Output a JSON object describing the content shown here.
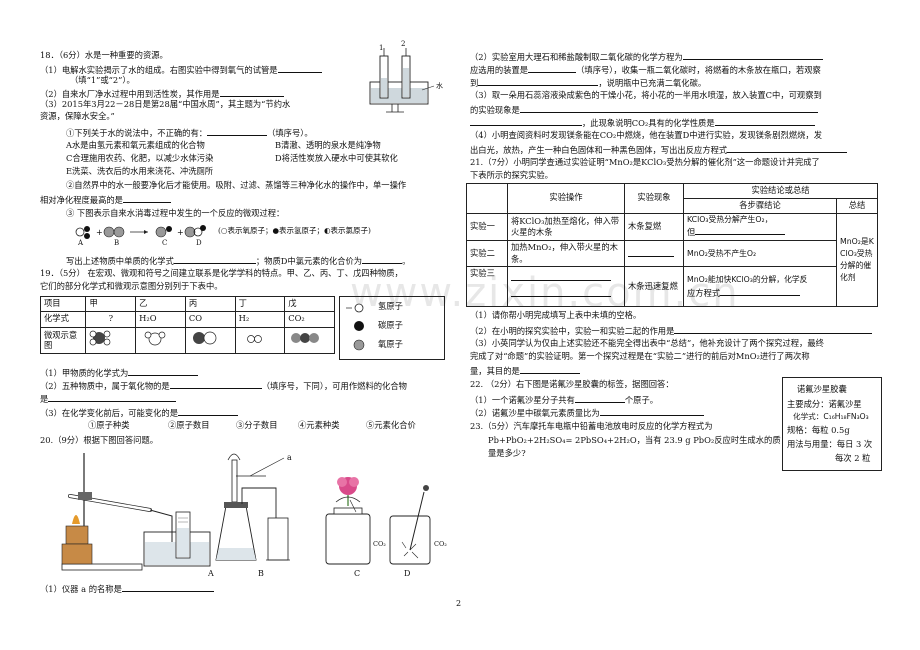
{
  "q18": {
    "head": "18．（6分）水是一种重要的资源。",
    "p1a": "（1）电解水实验揭示了水的组成。右图实验中得到氧气的试管是",
    "p1b": "（填“1”或“2”）。",
    "tube1": "1",
    "tube2": "2",
    "water": "水",
    "p2a": "（2）自来水厂净水过程中用到活性炭，其作用是",
    "p3a": "（3）2015年3月22－28日是第28届“中国水周”，其主题为“节约水",
    "p3b": "资源，保障水安全。”",
    "sub1": "①下列关于水的说法中，不正确的有：",
    "sub1b": "（填序号）。",
    "optA": "A水是由氢元素和氧元素组成的化合物",
    "optB": "B清澈、透明的泉水是纯净物",
    "optC": "C合理施用农药、化肥，以减少水体污染",
    "optD": "D将活性炭放入硬水中可使其软化",
    "optE": "E洗菜、洗衣后的水用来浇花、冲洗厕所",
    "sub2a": "②自然界中的水一般要净化后才能使用。吸附、过滤、蒸馏等三种净化水的操作中，单一操作",
    "sub2b": "相对净化程度最高的是",
    "sub3": "③ 下图表示自来水消毒过程中发生的一个反应的微观过程：",
    "legend": "(○表示氧原子；●表示氢原子；◐表示氯原子)",
    "labA": "A",
    "labB": "B",
    "labC": "C",
    "labD": "D",
    "sub3q1": "写出上述物质中单质的化学式",
    "sub3q2": "；物质D中氯元素的化合价为",
    "sub3q3": "。"
  },
  "q19": {
    "head": "19．（5分） 在宏观、微观和符号之间建立联系是化学学科的特点。甲、乙、丙、丁、戊四种物质，",
    "head2": "它们的部分化学式和微观示意图分别列于下表中。",
    "row1": [
      "项目",
      "甲",
      "乙",
      "丙",
      "丁",
      "戊"
    ],
    "row2": [
      "化学式",
      "?",
      "H₂O",
      "CO",
      "H₂",
      "CO₂"
    ],
    "row3label": "微观示意图",
    "legendH": "氢原子",
    "legendC": "碳原子",
    "legendO": "氧原子",
    "p1": "（1）甲物质的化学式为",
    "p2a": "（2）五种物质中，属于氧化物的是",
    "p2b": "（填序号，下同），可用作燃料的化合物",
    "p2c": "是",
    "p3": "（3）在化学变化前后，可能变化的是",
    "opts": [
      "①原子种类",
      "②原子数目",
      "③分子数目",
      "④元素种类",
      "⑤元素化合价"
    ]
  },
  "q20": {
    "head": "20.（9分）根据下图回答问题。",
    "labA": "A",
    "labB": "B",
    "labC": "C",
    "labD": "D",
    "laba": "a",
    "co2a": "CO₂",
    "co2b": "CO₂",
    "p1": "（1）仪器 a 的名称是",
    "p2a": "（2）实验室用大理石和稀盐酸制取二氧化碳的化学方程为",
    "p2b": "应选用的装置是",
    "p2c": "（填序号），收集一瓶二氧化碳时，将燃着的木条放在瓶口，若观察",
    "p2d": "到",
    "p2e": "，说明瓶中已充满二氧化碳。",
    "p3a": "（3）取一朵用石蕊溶液染成紫色的干燥小花，将小花的一半用水喷湿，放入装置C中，可观察到",
    "p3b": "的实验现象是",
    "p3c": "，此现象说明CO₂具有的化学性质是",
    "p4a": "（4）小明查阅资料时发现镁条能在CO₂中燃烧，他在装置D中进行实验，发现镁条剧烈燃烧，发",
    "p4b": "出白光，放热，产生一种白色固体和一种黑色固体，写出出反应方程式"
  },
  "q21": {
    "head": "21.（7分）小明同学查通过实验证明“MnO₂是KClO₃受热分解的催化剂”这一命题设计并完成了",
    "head2": "下表所示的探究实验。",
    "th1": "实验操作",
    "th2": "实验现象",
    "th3": "实验结论或总结",
    "th3a": "各步骤结论",
    "th3b": "总结",
    "r1a": "实验一",
    "r1b": "将KClO₃加热至熔化，伸入带火星的木条",
    "r1c": "木条复燃",
    "r1d1": "KClO₃受热分解产生O₂，",
    "r1d2": "但",
    "r2a": "实验二",
    "r2b": "加热MnO₂，伸入带火星的木条。",
    "r2d": "MnO₂受热不产生O₂",
    "r3a": "实验三",
    "r3c": "木条迅速复燃",
    "r3d1": "MnO₂能加快KClO₃的分解，化学反",
    "r3d2": "应方程式",
    "summary": "MnO₂是KClO₃受热分解的催化剂",
    "p1": "（1）请你帮小明完成填写上表中未填的空格。",
    "p2a": "（2）在小明的探究实验中，实验一和实验二起的作用是",
    "p3a": "（3）小英同学认为仅由上述实验还不能完全得出表中“总结”，他补充设计了两个探究过程，最终",
    "p3b": "完成了对“命题”的实验证明。第一个探究过程是在“实验二”进行的前后对MnO₂进行了两次称",
    "p3c": "量，其目的是"
  },
  "q22": {
    "head": "22. （2分）右下图是诺氟沙星胶囊的标签，据图回答：",
    "p1": "（1）一个诺氟沙星分子共有",
    "p1b": "个原子。",
    "p2": "（2）诺氟沙星中碳氧元素质量比为",
    "label": {
      "title": "诺氟沙星胶囊",
      "l1": "主要成分：诺氟沙星",
      "l2": "化学式：C₁₆H₁₈FN₃O₃",
      "l3": "规格：每粒 0.5g",
      "l4": "用法与用量：每日 3 次",
      "l5": "每次 2 粒"
    }
  },
  "q23": {
    "head": "23.（5分）汽车摩托车电瓶中铅蓄电池放电时反应的化学方程式为",
    "eq": "Pb+PbO₂+2H₂SO₄= 2PbSO₄+2H₂O，当有 23.9 g PbO₂反应时生成水的质",
    "eq2": "量是多少?"
  },
  "watermark": "www.zixin.com.cn",
  "page": "2"
}
